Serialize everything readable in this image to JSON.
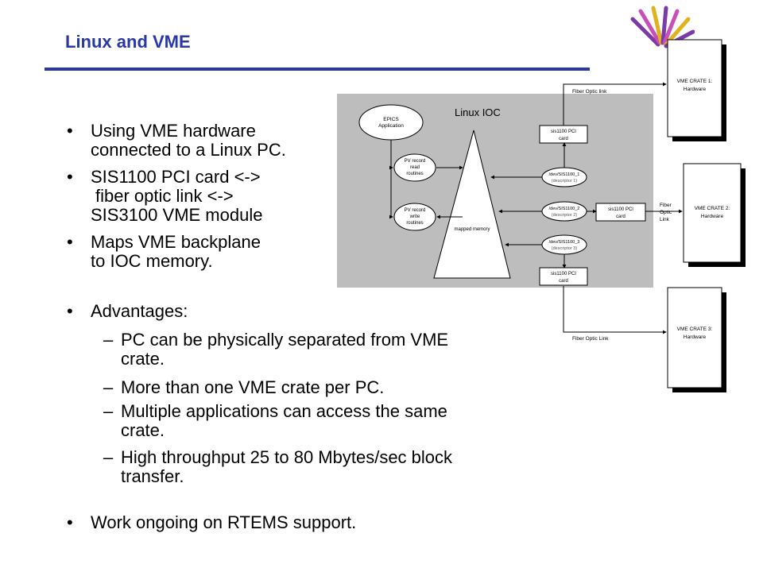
{
  "slide": {
    "title": "Linux and VME",
    "bullets_top": [
      "Using VME hardware connected to a Linux PC.",
      "SIS1100 PCI card <-> fiber optic link <-> SIS3100 VME module",
      "Maps VME backplane to IOC memory."
    ],
    "b1_l1": "Using VME hardware",
    "b1_l2": "connected to a Linux PC.",
    "b2_l1": "SIS1100 PCI card <->",
    "b2_l2": "fiber optic link <->",
    "b2_l3": "SIS3100 VME module",
    "b3_l1": "Maps VME backplane",
    "b3_l2": "to IOC memory.",
    "advantages": "Advantages:",
    "s1_l1": "PC can be physically separated from VME",
    "s1_l2": "crate.",
    "s2": "More than one VME crate per PC.",
    "s3_l1": "Multiple applications can access the same",
    "s3_l2": "crate.",
    "s4_l1": "High throughput 25 to 80 Mbytes/sec block",
    "s4_l2": "transfer.",
    "ongoing": "Work ongoing on RTEMS support."
  },
  "diagram": {
    "ioc_title": "Linux IOC",
    "epics_l1": "EPICS",
    "epics_l2": "Application",
    "pv_read_l1": "PV record",
    "pv_read_l2": "read",
    "pv_read_l3": "routines",
    "pv_write_l1": "PV record",
    "pv_write_l2": "write",
    "pv_write_l3": "routines",
    "mapped_memory": "mapped memory",
    "dev1_l1": "/dev/SIS1100_1",
    "dev1_l2": "(descriptor 1)",
    "dev2_l1": "/dev/SIS1100_2",
    "dev2_l2": "(descriptor 2)",
    "dev3_l1": "/dev/SIS1100_3",
    "dev3_l2": "(descriptor 3)",
    "pci_l1": "sis1100 PCI",
    "pci_l2": "card",
    "fiber_link_1": "Fiber Optic link",
    "fiber_2_l1": "Fiber",
    "fiber_2_l2": "Optic",
    "fiber_2_l3": "Link",
    "fiber_link_3": "Fiber Optic Link",
    "crate1_l1": "VME CRATE 1:",
    "crate1_l2": "Hardware",
    "crate2_l1": "VME CRATE 2:",
    "crate2_l2": "Hardware",
    "crate3_l1": "VME CRATE 3:",
    "crate3_l2": "Hardware"
  },
  "colors": {
    "title": "#2a37a6",
    "rule": "#2a37a6",
    "diagram_bg": "#bdbdbd"
  }
}
